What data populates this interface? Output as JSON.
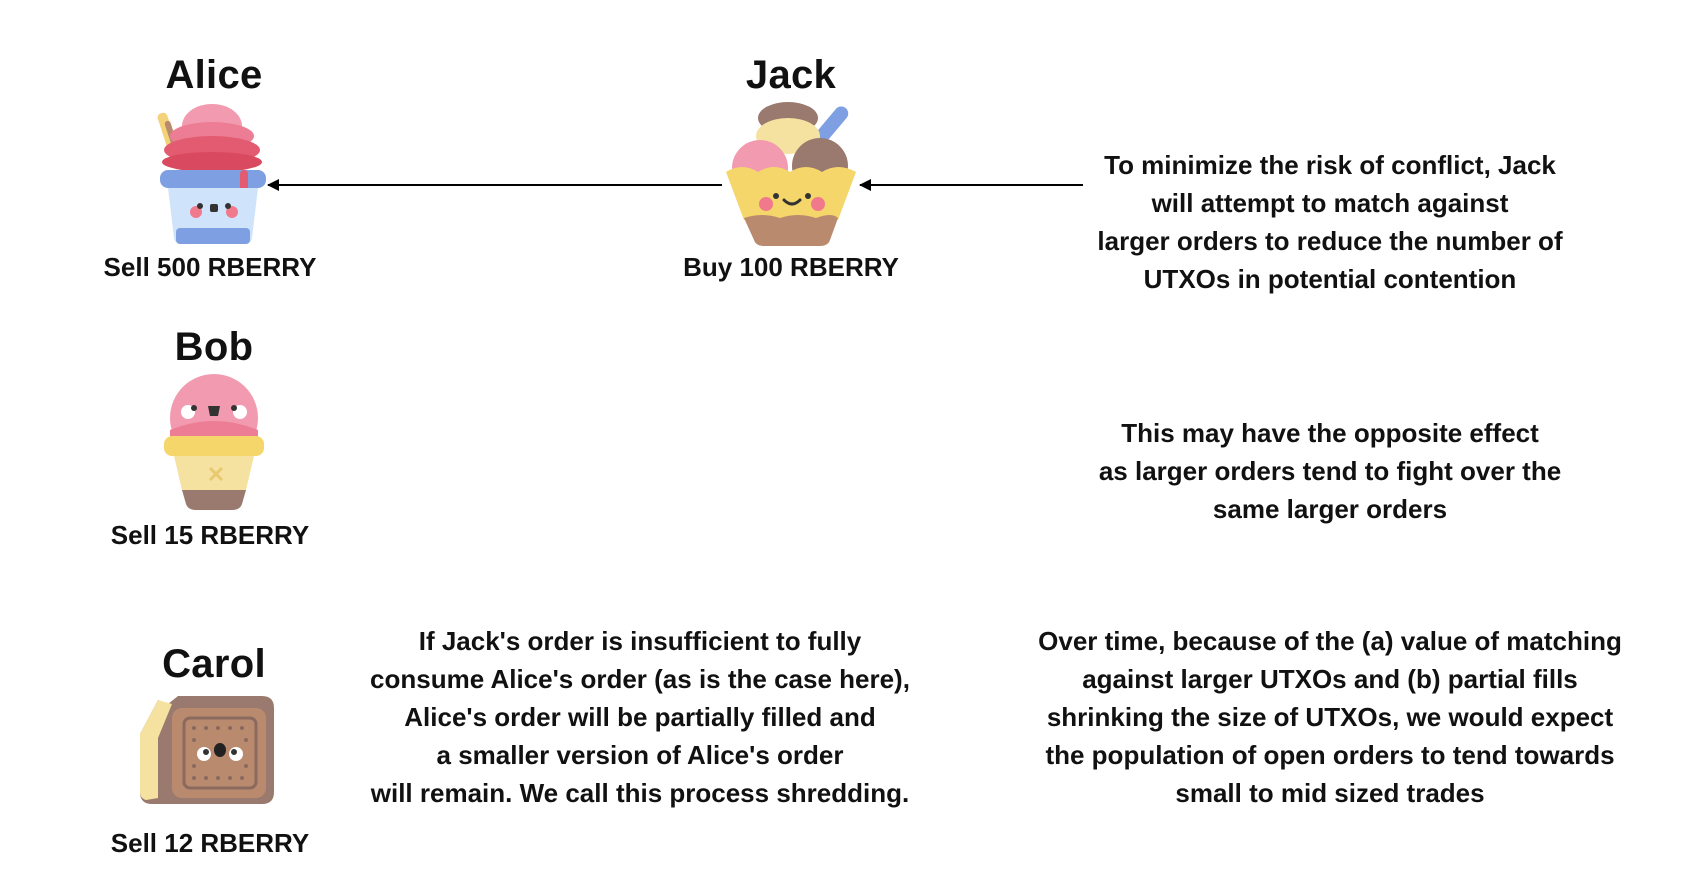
{
  "participants": {
    "alice": {
      "name": "Alice",
      "order": "Sell 500 RBERRY",
      "icon": "shaved-ice-cup-icon"
    },
    "jack": {
      "name": "Jack",
      "order": "Buy 100 RBERRY",
      "icon": "ice-cream-bowl-icon"
    },
    "bob": {
      "name": "Bob",
      "order": "Sell 15 RBERRY",
      "icon": "ice-cream-cone-icon"
    },
    "carol": {
      "name": "Carol",
      "order": "Sell 12 RBERRY",
      "icon": "ice-cream-sandwich-icon"
    }
  },
  "notes": {
    "conflict": [
      "To minimize the risk of conflict, Jack",
      "will attempt to match against",
      "larger orders to reduce the number of",
      "UTXOs in potential contention"
    ],
    "opposite": [
      "This may have the opposite effect",
      "as larger orders tend to fight over the",
      "same larger orders"
    ],
    "shredding": [
      "If Jack's order is insufficient to fully",
      "consume Alice's order (as is the case here),",
      "Alice's order will be partially filled and",
      "a smaller version of Alice's order",
      "will remain. We call this process shredding."
    ],
    "overtime": [
      "Over time, because of the (a) value of matching",
      "against larger UTXOs and (b) partial fills",
      "shrinking the size of UTXOs, we would expect",
      "the population of open orders to tend towards",
      "small to mid sized trades"
    ]
  }
}
